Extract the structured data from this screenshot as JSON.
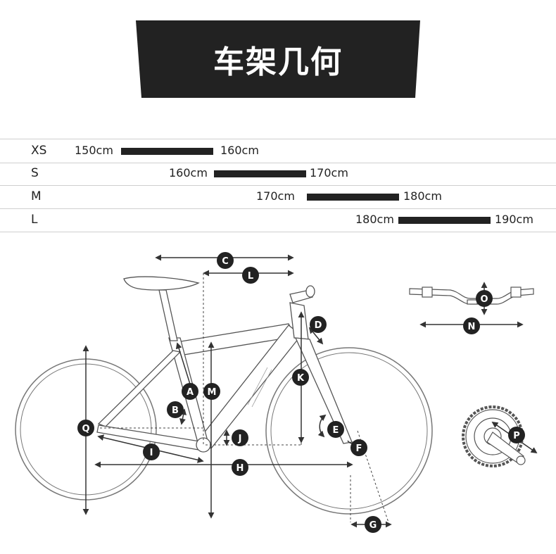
{
  "header": {
    "title": "车架几何"
  },
  "sizes": [
    {
      "label": "XS",
      "min": "150cm",
      "max": "160cm"
    },
    {
      "label": "S",
      "min": "160cm",
      "max": "170cm"
    },
    {
      "label": "M",
      "min": "170cm",
      "max": "180cm"
    },
    {
      "label": "L",
      "min": "180cm",
      "max": "190cm"
    }
  ],
  "geometry_labels": {
    "A": "A",
    "B": "B",
    "C": "C",
    "D": "D",
    "E": "E",
    "F": "F",
    "G": "G",
    "H": "H",
    "I": "I",
    "J": "J",
    "K": "K",
    "L": "L",
    "M": "M",
    "N": "N",
    "O": "O",
    "P": "P",
    "Q": "Q"
  },
  "colors": {
    "banner": "#222222",
    "bar": "#222222",
    "line": "#333333",
    "frame": "#555555"
  }
}
